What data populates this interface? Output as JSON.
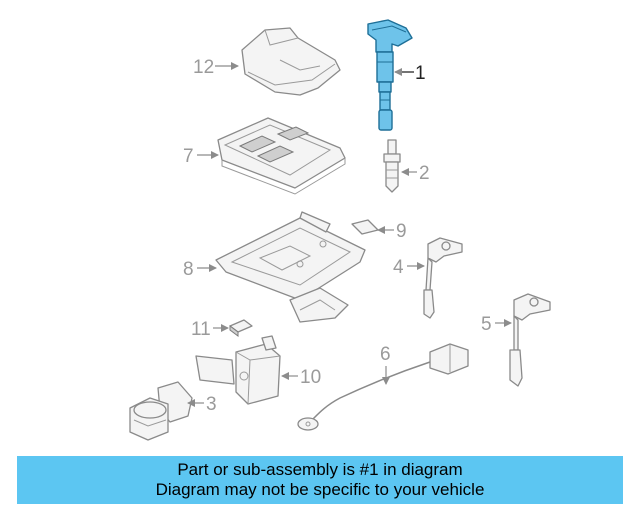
{
  "diagram": {
    "callouts": [
      {
        "label": "1",
        "highlight": true
      },
      {
        "label": "2"
      },
      {
        "label": "3"
      },
      {
        "label": "4"
      },
      {
        "label": "5"
      },
      {
        "label": "6"
      },
      {
        "label": "7"
      },
      {
        "label": "8"
      },
      {
        "label": "9"
      },
      {
        "label": "10"
      },
      {
        "label": "11"
      },
      {
        "label": "12"
      }
    ],
    "colors": {
      "highlight_part": "#6ec3ea",
      "outline": "#8a8a8a",
      "banner": "#5cc6f2"
    }
  },
  "banner": {
    "line1": "Part or sub-assembly is #1 in diagram",
    "line2": "Diagram may not be specific to your vehicle"
  }
}
